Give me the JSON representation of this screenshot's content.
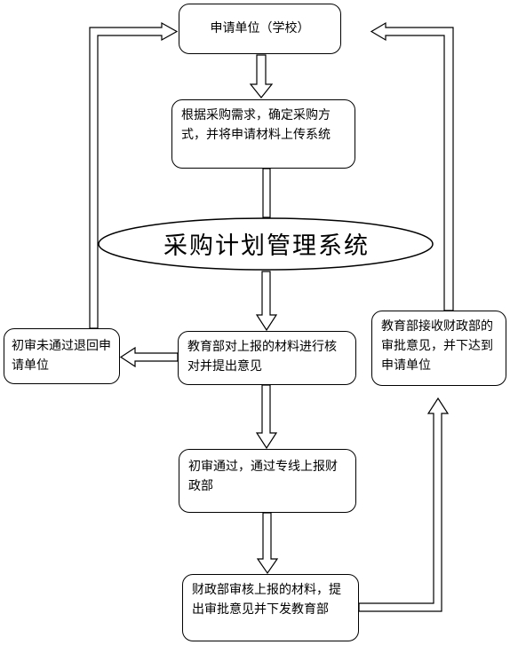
{
  "nodes": {
    "applicant": "申请单位（学校）",
    "determine_method": "根据采购需求，确定采购方式，并将申请材料上传系统",
    "system": "采购计划管理系统",
    "edu_review": "教育部对上报的材料进行核对并提出意见",
    "reject": "初审未通过退回申请单位",
    "pass_initial": "初审通过，通过专线上报财政部",
    "finance_review": "财政部审核上报的材料，提出审批意见并下发教育部",
    "edu_receive": "教育部接收财政部的审批意见，并下达到申请单位"
  }
}
